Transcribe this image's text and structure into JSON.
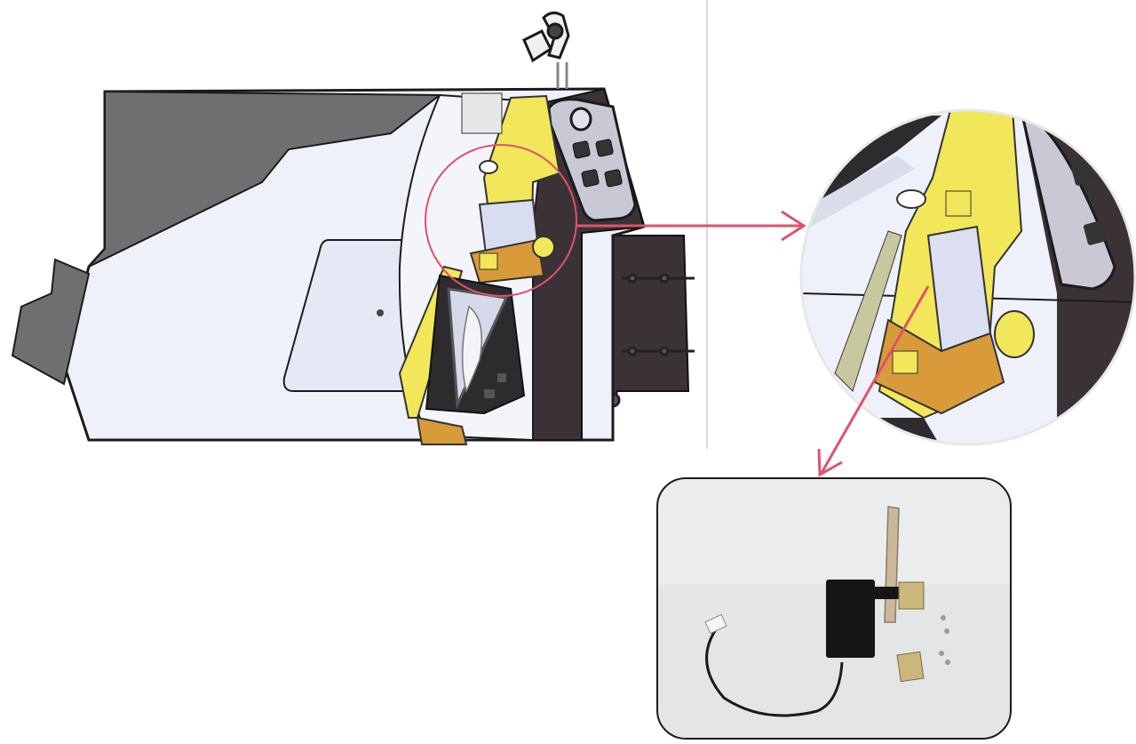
{
  "diagram": {
    "views": [
      "main-cad-view",
      "zoom-detail-view",
      "photo-part-view"
    ],
    "colors": {
      "housing_white": "#eef0fa",
      "housing_dark_gray": "#6f6f72",
      "frame_dark": "#3a3236",
      "bracket_yellow": "#f2e65a",
      "bracket_orange": "#d99a3a",
      "callout_red": "#e0526a",
      "photo_bg": "#e3e5e6",
      "outline_black": "#1b1b1b"
    },
    "icons": [
      "key-icon",
      "arrow-right-icon",
      "arrow-down-icon"
    ]
  }
}
